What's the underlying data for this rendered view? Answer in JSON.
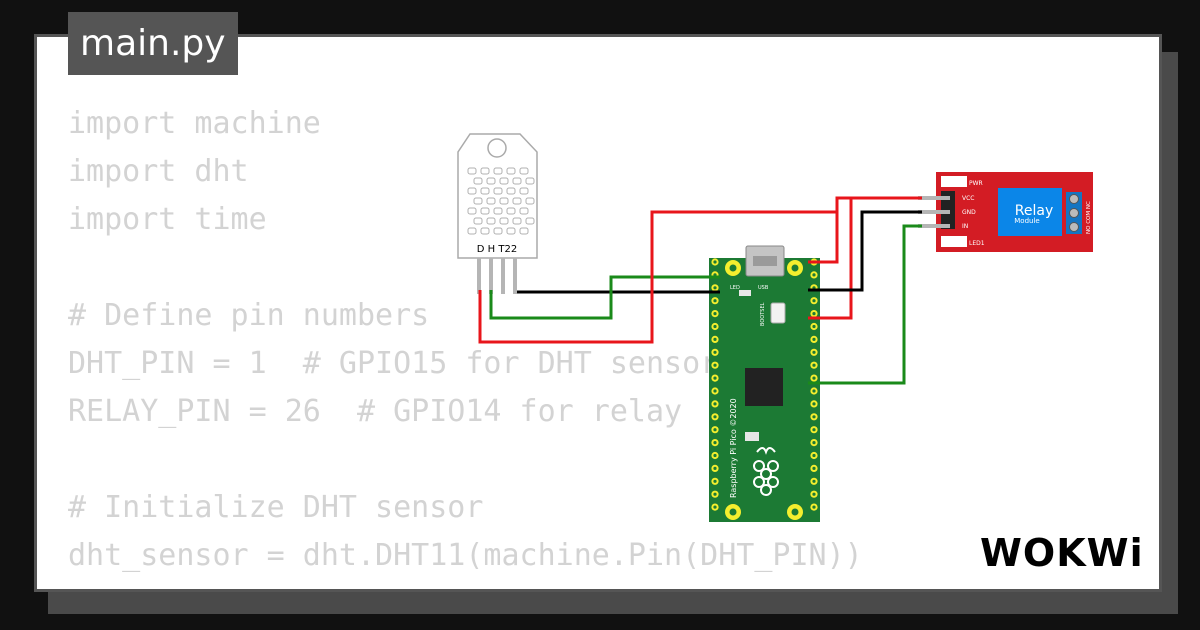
{
  "file_tab": {
    "title": "main.py"
  },
  "code_lines": [
    "import machine",
    "import dht",
    "import time",
    "",
    "# Define pin numbers",
    "DHT_PIN = 1  # GPIO15 for DHT sensor",
    "RELAY_PIN = 26  # GPIO14 for relay",
    "",
    "# Initialize DHT sensor",
    "dht_sensor = dht.DHT11(machine.Pin(DHT_PIN))"
  ],
  "dht22": {
    "label": "D H T22"
  },
  "relay": {
    "title": "Relay",
    "subtitle": "Module",
    "pin_vcc": "VCC",
    "pin_gnd": "GND",
    "pin_in": "IN",
    "pwr_label": "PWR",
    "led_label": "LED1",
    "terminal_label": "NO COM NC"
  },
  "pico": {
    "board_label": "Raspberry Pi Pico ©2020",
    "led_label": "LED",
    "usb_label": "USB",
    "bootsel_label": "BOOTSEL"
  },
  "logo": {
    "text": "WOKWi"
  },
  "colors": {
    "board_green": "#1c7a34",
    "relay_red": "#d31c24",
    "relay_blue": "#0b86e8",
    "wire_red": "#e8151b",
    "wire_black": "#000000",
    "wire_green": "#1a8a1a",
    "pad_yellow": "#f4ee2e"
  }
}
